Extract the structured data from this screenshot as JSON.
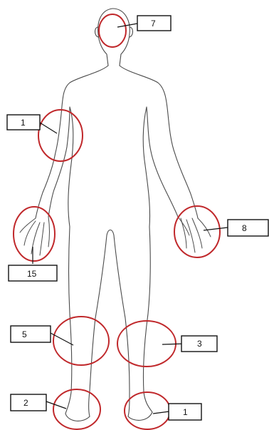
{
  "colors": {
    "outline": "#4a4a4a",
    "circle": "#c0282b",
    "box_border": "#111111",
    "box_fill": "#ffffff",
    "text": "#111111"
  },
  "labels": [
    {
      "id": "head",
      "text": "7"
    },
    {
      "id": "right-upper-arm",
      "text": "1"
    },
    {
      "id": "right-hand",
      "text": "15"
    },
    {
      "id": "left-hand",
      "text": "8"
    },
    {
      "id": "right-knee",
      "text": "5"
    },
    {
      "id": "left-knee",
      "text": "3"
    },
    {
      "id": "right-foot",
      "text": "2"
    },
    {
      "id": "left-foot",
      "text": "1"
    }
  ]
}
